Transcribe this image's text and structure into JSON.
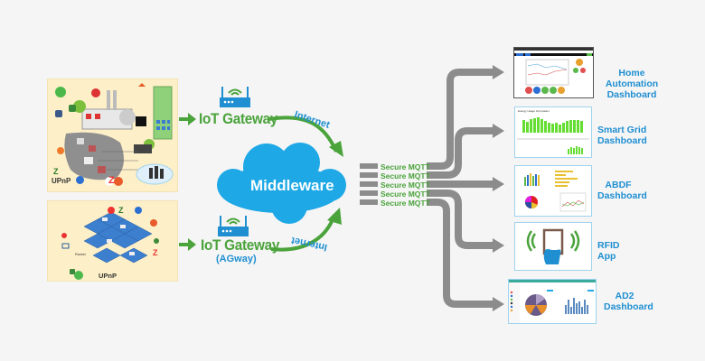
{
  "colors": {
    "background": "#f5f5f5",
    "panel": "#fdefc8",
    "green_accent": "#4aa33b",
    "blue_accent": "#1f8fd1",
    "cloud": "#1ea8e6",
    "pipe": "#8c8c8c"
  },
  "left_panels": [
    {
      "name": "industrial-smart-grid-scene",
      "labels": {
        "protocol_upnp": "UPnP",
        "zigbee": "Z",
        "zwave": "Z"
      },
      "icons": [
        "android-icon",
        "zigbee-icon",
        "bluetooth-icon",
        "router-icon",
        "wifi-antenna-icon",
        "location-pin-icon",
        "power-plant-icon",
        "solar-panel-icon",
        "cloud-datacenter-icon",
        "radio-tower-icon"
      ]
    },
    {
      "name": "smart-home-scene",
      "labels": {
        "protocol_upnp": "UPnP",
        "router": "Router",
        "zigbee": "Z",
        "zwave": "Z"
      },
      "icons": [
        "antenna-icon",
        "bluetooth-icon",
        "zigbee-icon",
        "zwave-icon",
        "android-icon",
        "location-pin-icon",
        "router-icon",
        "rooms-icon"
      ]
    }
  ],
  "gateways": [
    {
      "label": "IoT Gateway",
      "sublabel": "",
      "link_label": "Internet"
    },
    {
      "label": "IoT Gateway",
      "sublabel": "(AGway)",
      "link_label": "Internet"
    }
  ],
  "middleware": {
    "label": "Middleware"
  },
  "mqtt_channels": [
    "Secure MQTT",
    "Secure MQTT",
    "Secure MQTT",
    "Secure MQTT",
    "Secure MQTT"
  ],
  "outputs": [
    {
      "line1": "Home Automation",
      "line2": "Dashboard"
    },
    {
      "line1": "Smart Grid",
      "line2": "Dashboard"
    },
    {
      "line1": "ABDF",
      "line2": "Dashboard"
    },
    {
      "line1": "RFID",
      "line2": "App"
    },
    {
      "line1": "AD2",
      "line2": "Dashboard"
    }
  ],
  "thumbnails": {
    "smart_grid_title": "Energy Usage Information"
  }
}
